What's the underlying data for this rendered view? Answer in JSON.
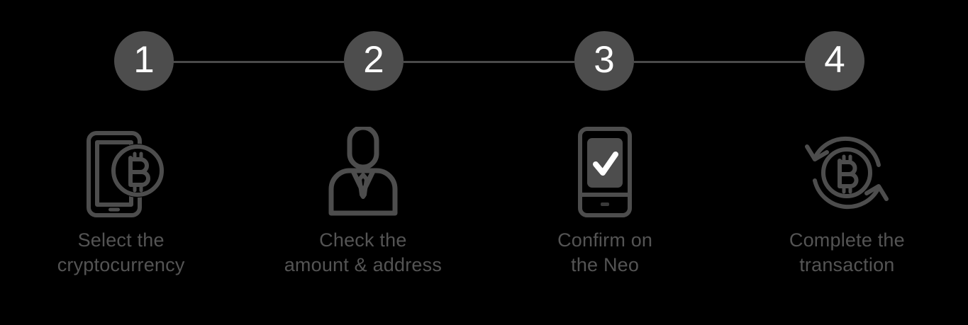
{
  "page": {
    "background_color": "#000000",
    "accent_gray": "#4d4d4d",
    "line_color": "#4a4a4a",
    "caption_color": "#545454",
    "number_color": "#ffffff"
  },
  "stepper": {
    "steps": [
      {
        "number": "1",
        "icon": "smartphone-bitcoin-icon",
        "caption": "Select the\ncryptocurrency"
      },
      {
        "number": "2",
        "icon": "person-user-icon",
        "caption": "Check the\namount & address"
      },
      {
        "number": "3",
        "icon": "device-checkmark-icon",
        "caption": "Confirm on\nthe Neo"
      },
      {
        "number": "4",
        "icon": "bitcoin-exchange-arrows-icon",
        "caption": "Complete the\ntransaction"
      }
    ]
  }
}
